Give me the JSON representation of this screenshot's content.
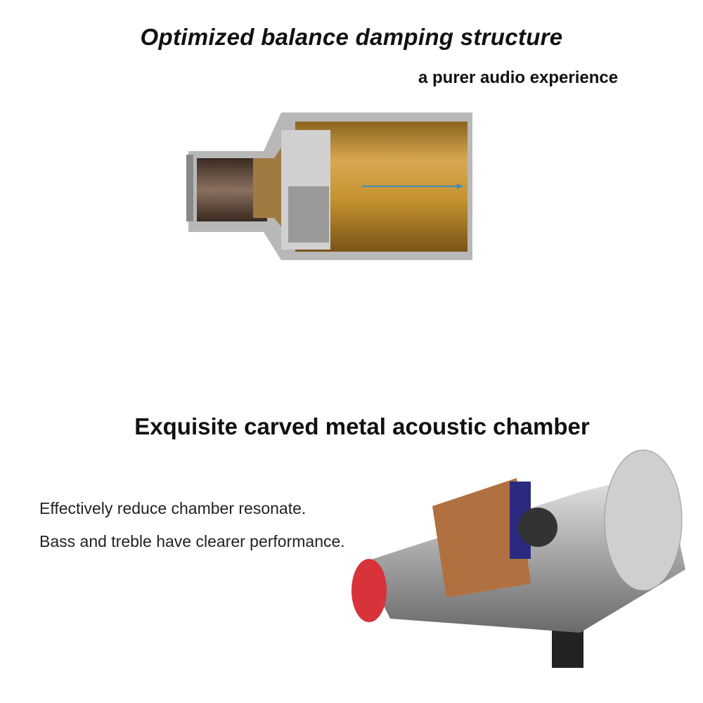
{
  "heading_top": "Optimized balance damping structure",
  "subheading_top": "a purer audio experience",
  "heading_bottom": "Exquisite carved metal acoustic chamber",
  "descriptions": [
    "Effectively reduce chamber resonate.",
    "Bass and treble have clearer performance."
  ]
}
